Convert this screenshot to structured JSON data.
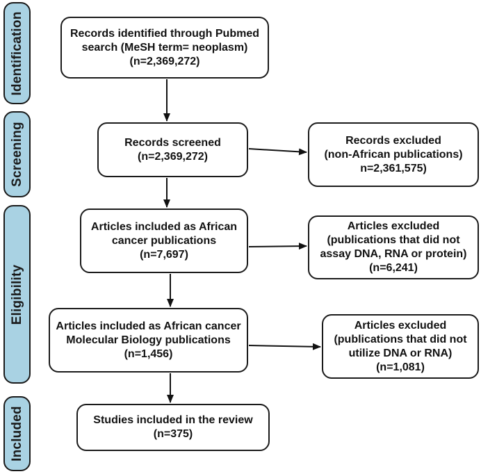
{
  "phases": {
    "identification": "Identification",
    "screening": "Screening",
    "eligibility": "Eligibility",
    "included": "Included"
  },
  "boxes": {
    "records_identified": {
      "line1": "Records identified through Pubmed",
      "line2": "search (MeSH term= neoplasm)",
      "line3": "(n=2,369,272)"
    },
    "records_screened": {
      "line1": "Records screened",
      "line2": "(n=2,369,272)"
    },
    "records_excluded": {
      "line1": "Records excluded",
      "line2": "(non-African publications)",
      "line3": "n=2,361,575)"
    },
    "articles_included_african": {
      "line1": "Articles included as African",
      "line2": "cancer publications",
      "line3": "(n=7,697)"
    },
    "articles_excluded_assay": {
      "line1": "Articles excluded",
      "line2": "(publications that did not",
      "line3": "assay DNA, RNA or protein)",
      "line4": "(n=6,241)"
    },
    "articles_included_molbio": {
      "line1": "Articles included as African cancer",
      "line2": "Molecular Biology publications",
      "line3": "(n=1,456)"
    },
    "articles_excluded_dna_rna": {
      "line1": "Articles excluded",
      "line2": "(publications that did not",
      "line3": "utilize DNA or RNA)",
      "line4": "(n=1,081)"
    },
    "studies_included": {
      "line1": "Studies included in the review",
      "line2": "(n=375)"
    }
  }
}
